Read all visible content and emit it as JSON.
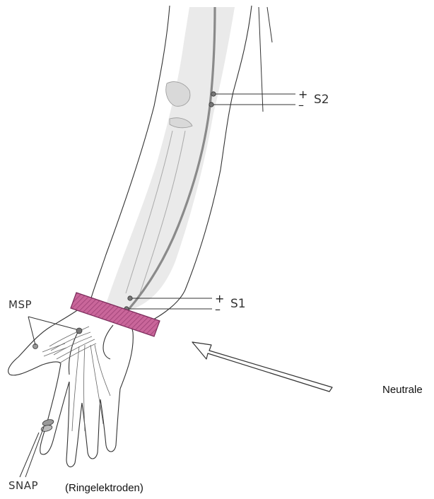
{
  "labels": {
    "s2": "S2",
    "s1": "S1",
    "msp": "MSP",
    "snap": "SNAP",
    "ring_electrodes": "(Ringelektroden)",
    "neutral": "Neutrale"
  },
  "polarity": {
    "plus": "+",
    "minus": "–"
  },
  "colors": {
    "ground_band": "#c9669a",
    "ground_hatch": "#7a2b5a",
    "arm_shade": "#e6e6e6",
    "nerve": "#8a8a8a",
    "line": "#333333"
  }
}
